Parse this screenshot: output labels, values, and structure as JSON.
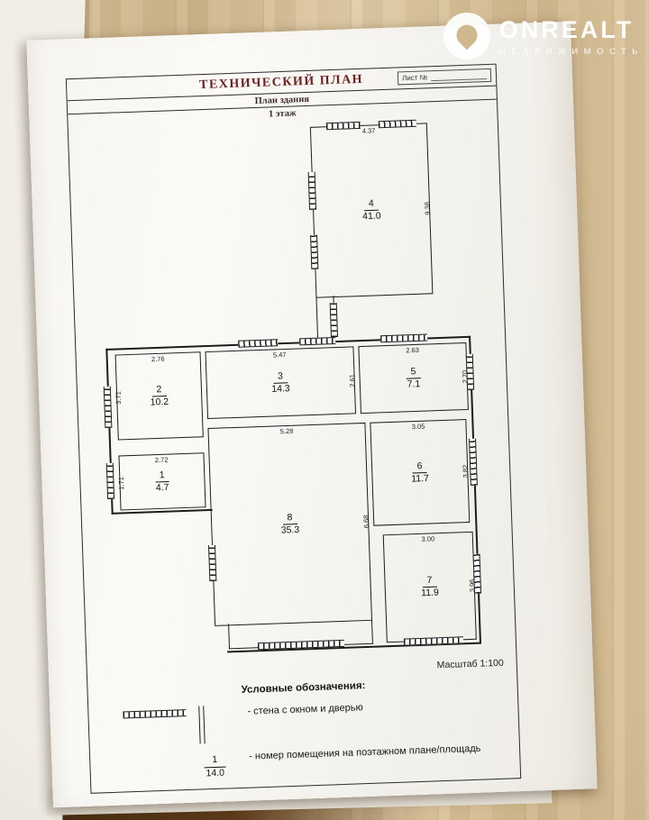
{
  "logo": {
    "brand": "ONREALT",
    "tagline": "НЕДВИЖИМОСТЬ",
    "icon": "drop-pin-icon"
  },
  "document": {
    "title": "ТЕХНИЧЕСКИЙ ПЛАН",
    "subtitle": "План здания",
    "floor": "1 этаж",
    "sheet_label": "Лист №",
    "scale": "Масштаб 1:100",
    "title_color": "#6e2020",
    "paper_color": "#f7f5f1",
    "line_color": "#1c1c1c"
  },
  "plan": {
    "rooms": [
      {
        "number": "1",
        "area": "4.7",
        "width_dim": "2.72",
        "height_dim": "1.71"
      },
      {
        "number": "2",
        "area": "10.2",
        "width_dim": "2.76",
        "height_dim": "3.71"
      },
      {
        "number": "3",
        "area": "14.3",
        "width_dim": "5.47",
        "height_dim": "2.61"
      },
      {
        "number": "4",
        "area": "41.0",
        "width_dim": "4.37",
        "height_dim": "9.38"
      },
      {
        "number": "5",
        "area": "7.1",
        "width_dim": "2.63",
        "height_dim": "2.70"
      },
      {
        "number": "6",
        "area": "11.7",
        "width_dim": "3.05",
        "height_dim": "3.82"
      },
      {
        "number": "7",
        "area": "11.9",
        "width_dim": "3.00",
        "height_dim": "3.96"
      },
      {
        "number": "8",
        "area": "35.3",
        "width_dim": "5.28",
        "height_dim": "6.68"
      }
    ]
  },
  "legend": {
    "heading": "Условные обозначения:",
    "items": [
      {
        "text": "- стена с окном и дверью"
      },
      {
        "text": "- номер помещения на поэтажном плане/площадь"
      }
    ],
    "sample_number": "1",
    "sample_area": "14.0"
  }
}
